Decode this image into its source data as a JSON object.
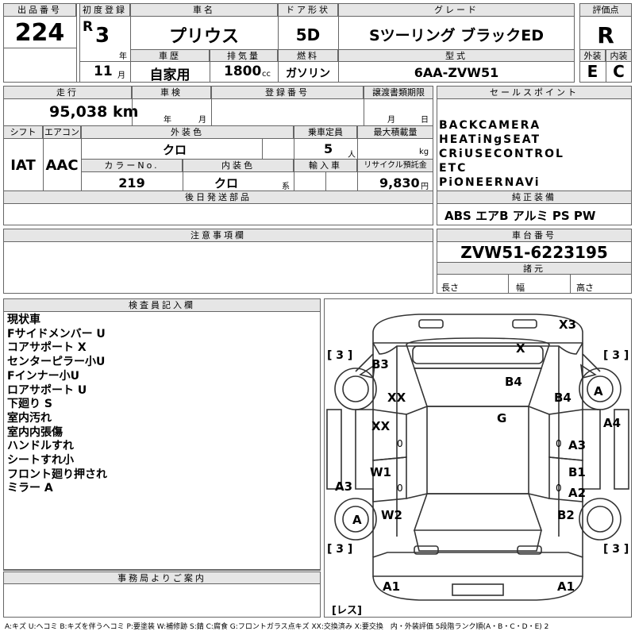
{
  "headers": {
    "lot_no": "出品番号",
    "first_reg": "初度登録",
    "model_name": "車名",
    "door": "ドア形状",
    "grade": "グレード",
    "score": "評価点",
    "history": "車歴",
    "displacement": "排気量",
    "fuel": "燃料",
    "type": "型式",
    "exterior": "外装",
    "interior": "内装",
    "mileage": "走行",
    "inspection": "車検",
    "reg_no": "登録番号",
    "transfer_due": "譲渡書類期限",
    "sales_point": "セールスポイント",
    "shift": "シフト",
    "aircon": "エアコン",
    "ext_color": "外装色",
    "capacity": "乗車定員",
    "max_load": "最大積載量",
    "color_no": "カラーNo.",
    "int_color": "内装色",
    "import": "輸入車",
    "recycle": "リサイクル預託金",
    "later_parts": "後日発送部品",
    "genuine_equipment": "純正装備",
    "notes": "注意事項欄",
    "chassis_no": "車台番号",
    "specs": "諸元",
    "inspector": "検査員記入欄",
    "office": "事務局よりご案内"
  },
  "vehicle": {
    "lot_no": "224",
    "era": "R",
    "year": "3",
    "year_unit": "年",
    "month": "11",
    "month_unit": "月",
    "model_name": "プリウス",
    "door": "5D",
    "grade": "Sツーリング ブラックED",
    "score": "R",
    "history": "自家用",
    "displacement": "1800",
    "cc_unit": "cc",
    "fuel": "ガソリン",
    "type": "6AA-ZVW51",
    "exterior": "E",
    "interior": "C",
    "mileage": "95,038",
    "km_unit": "km",
    "insp_year_unit": "年",
    "insp_month_unit": "月",
    "transfer_month_unit": "月",
    "transfer_day_unit": "日",
    "shift": "IAT",
    "aircon": "AAC",
    "ext_color": "クロ",
    "capacity": "5",
    "capacity_unit": "人",
    "load_unit": "kg",
    "color_no": "219",
    "int_color": "クロ",
    "int_color_unit": "系",
    "recycle": "9,830",
    "recycle_unit": "円",
    "chassis_no": "ZVW51-6223195",
    "length_label": "長さ",
    "width_label": "幅",
    "height_label": "高さ"
  },
  "sales_points": [
    "BACKCAMERA",
    "HEATiNgSEAT",
    "CRiUSECONTROL",
    "ETC",
    "PiONEERNAVi"
  ],
  "equipment": [
    "ABS",
    "エアB",
    "アルミ",
    "PS",
    "PW"
  ],
  "inspector_remarks": [
    "現状車",
    "Fサイドメンバー U",
    "コアサポート X",
    "センターピラー小U",
    "Fインナー小U",
    "ロアサポート U",
    "下廻り S",
    "室内汚れ",
    "室内内張傷",
    "ハンドルすれ",
    "シートすれ小",
    "フロント廻り押され",
    "ミラー A"
  ],
  "diagram": {
    "tire_fl": "[ 3 ]",
    "tire_fr": "[ 3 ]",
    "tire_rl": "[ 3 ]",
    "tire_rr": "[ 3 ]",
    "marks": {
      "x3": "X3",
      "x": "X",
      "b3": "B3",
      "b4_roof": "B4",
      "b4_right": "B4",
      "a_fr_wheel": "A",
      "xx_left": "XX",
      "xx_door": "XX",
      "g": "G",
      "a4": "A4",
      "a3_right": "A3",
      "w1": "W1",
      "b1": "B1",
      "a3_left": "A3",
      "a2": "A2",
      "a_rl_wheel": "A",
      "w2": "W2",
      "b2": "B2",
      "a1_left": "A1",
      "a1_right": "A1",
      "zero_1": "0",
      "zero_2": "0",
      "zero_3": "0",
      "zero_4": "0"
    },
    "less_label": "[レス]"
  },
  "legend": "A:キズ U:ヘコミ B:キズを伴うヘコミ P:要塗装 W:補修跡 S:錆 C:腐食 G:フロントガラス点キズ XX:交換済み X:要交換　内・外装評価 5段階ランク順(A・B・C・D・E) 2"
}
